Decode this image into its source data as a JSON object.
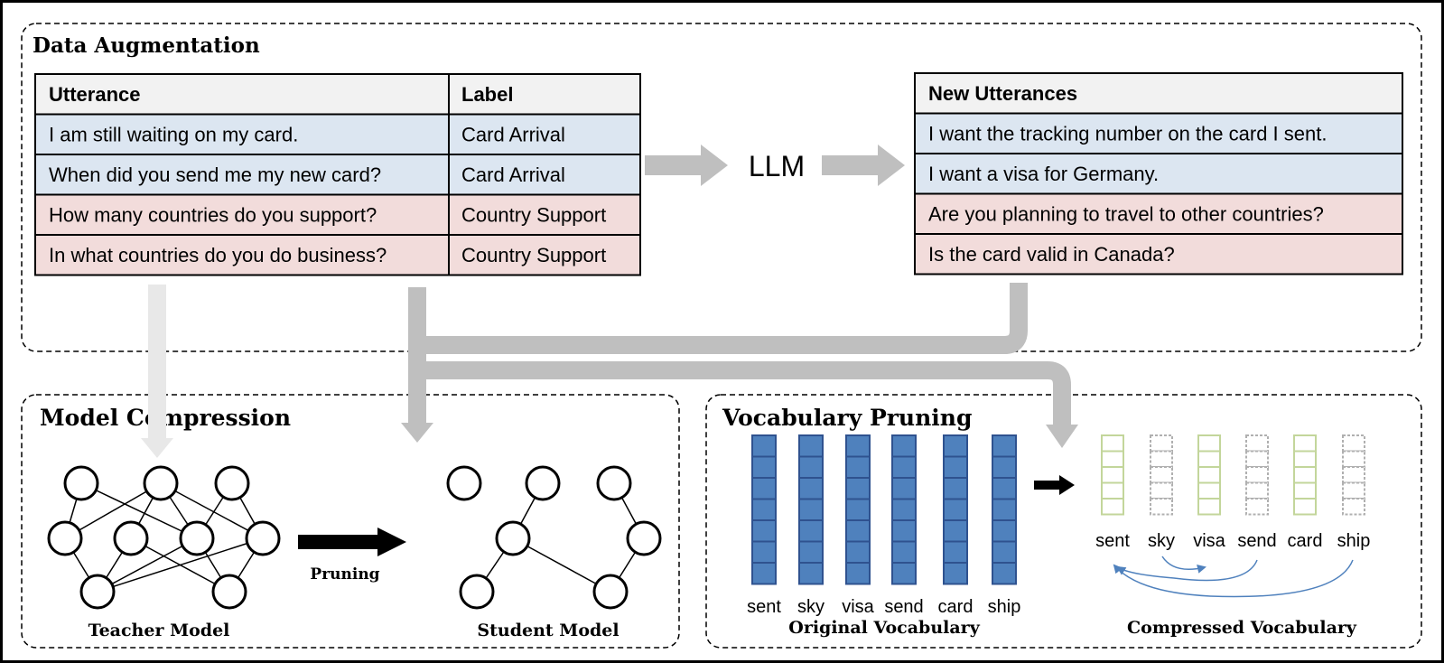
{
  "sections": {
    "augmentation": "Data Augmentation",
    "compression": "Model Compression",
    "vocab_pruning": "Vocabulary Pruning"
  },
  "table": {
    "headers": [
      "Utterance",
      "Label"
    ],
    "rows": [
      {
        "utterance": "I am still waiting on my card.",
        "label": "Card Arrival",
        "color": "#dce6f1"
      },
      {
        "utterance": "When did you send me my new card?",
        "label": "Card Arrival",
        "color": "#dce6f1"
      },
      {
        "utterance": "How many countries do you support?",
        "label": "Country Support",
        "color": "#f2dcdb"
      },
      {
        "utterance": "In what countries do you do business?",
        "label": "Country Support",
        "color": "#f2dcdb"
      }
    ]
  },
  "llm_label": "LLM",
  "new_table": {
    "header": "New Utterances",
    "rows": [
      {
        "text": "I want the tracking number on the card I sent.",
        "color": "#dce6f1"
      },
      {
        "text": "I want a visa for Germany.",
        "color": "#dce6f1"
      },
      {
        "text": "Are you planning to travel to other countries?",
        "color": "#f2dcdb"
      },
      {
        "text": "Is the card valid in Canada?",
        "color": "#f2dcdb"
      }
    ]
  },
  "compression": {
    "pruning_label": "Pruning",
    "teacher_label": "Teacher Model",
    "student_label": "Student Model"
  },
  "vocabulary": {
    "original_words": [
      "sent",
      "sky",
      "visa",
      "send",
      "card",
      "ship"
    ],
    "original_label": "Original Vocabulary",
    "compressed_words": [
      "sent",
      "sky",
      "visa",
      "send",
      "card",
      "ship"
    ],
    "compressed_label": "Compressed Vocabulary",
    "kept": [
      true,
      false,
      true,
      false,
      true,
      false
    ]
  },
  "colors": {
    "header_bg": "#f2f2f2",
    "arrow_gray": "#bfbfbf",
    "arrow_light": "#e8e8e8",
    "vocab_blue": "#4f81bd",
    "vocab_blue_dark": "#2f528f",
    "vocab_green": "#d7e4bd",
    "vocab_green_stroke": "#c3d69b",
    "curve_blue": "#4f81bd"
  }
}
